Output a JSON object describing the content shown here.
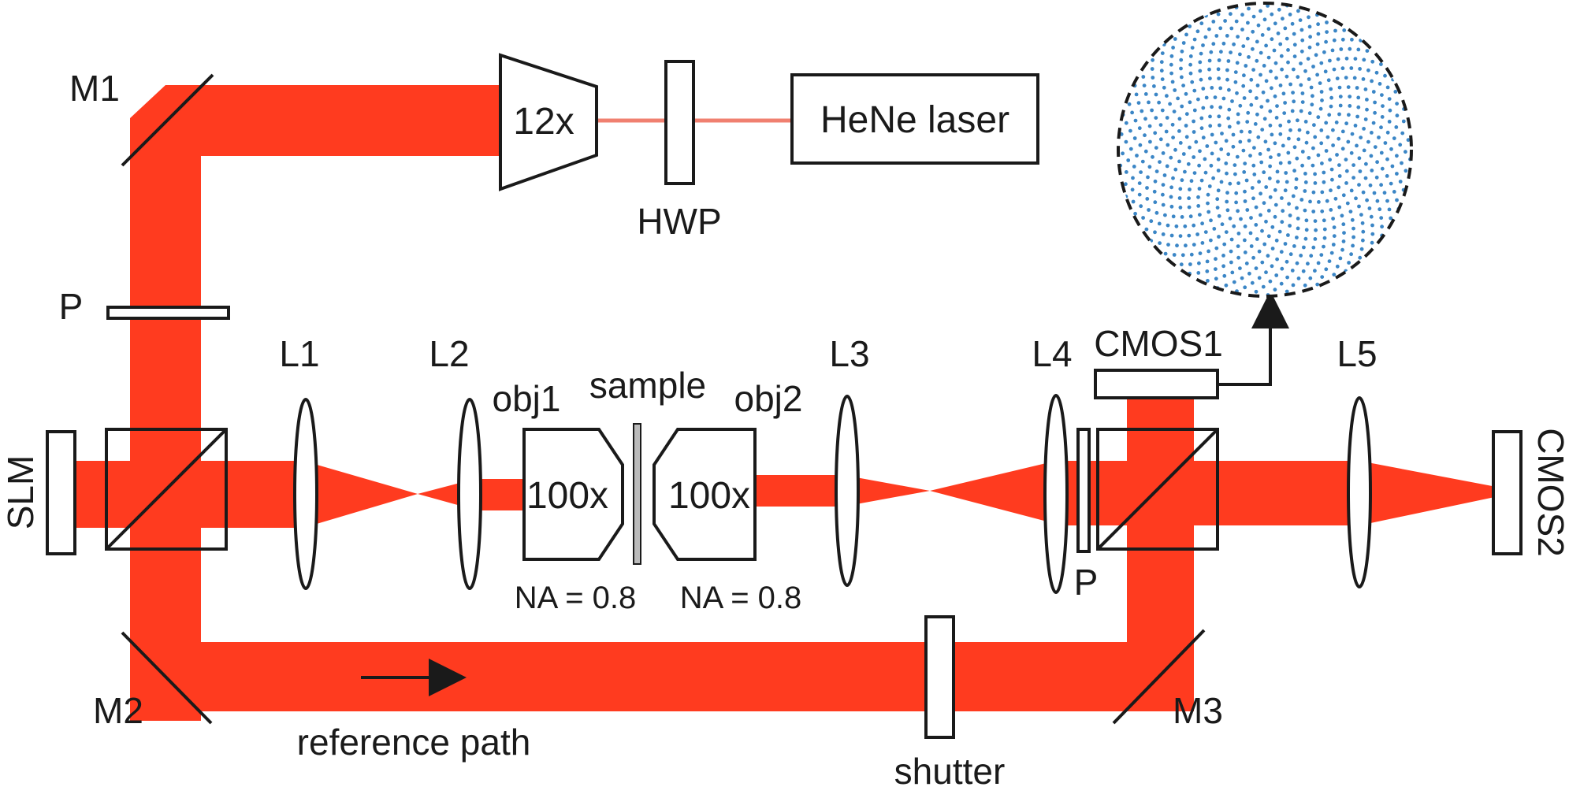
{
  "colors": {
    "beam": "#ff3b1f",
    "thin_beam": "#f08070",
    "speckle_dots": "#3b86c6",
    "outline": "#1a1a1a"
  },
  "labels": {
    "mirror_1": "M1",
    "mirror_2": "M2",
    "mirror_3": "M3",
    "polarizer_1": "P",
    "polarizer_2": "P",
    "slm": "SLM",
    "lens_1": "L1",
    "lens_2": "L2",
    "lens_3": "L3",
    "lens_4": "L4",
    "lens_5": "L5",
    "objective_1": "obj1",
    "objective_2": "obj2",
    "sample": "sample",
    "objective_1_mag": "100x",
    "objective_2_mag": "100x",
    "objective_1_na": "NA = 0.8",
    "objective_2_na": "NA = 0.8",
    "camera_1": "CMOS1",
    "camera_2": "CMOS2",
    "expander": "12x",
    "half_wave_plate": "HWP",
    "laser": "HeNe laser",
    "reference_path": "reference path",
    "shutter": "shutter"
  },
  "icons": {
    "direction_arrow": "arrow-right-icon",
    "speckle_inset": "speckle-pattern-icon"
  }
}
